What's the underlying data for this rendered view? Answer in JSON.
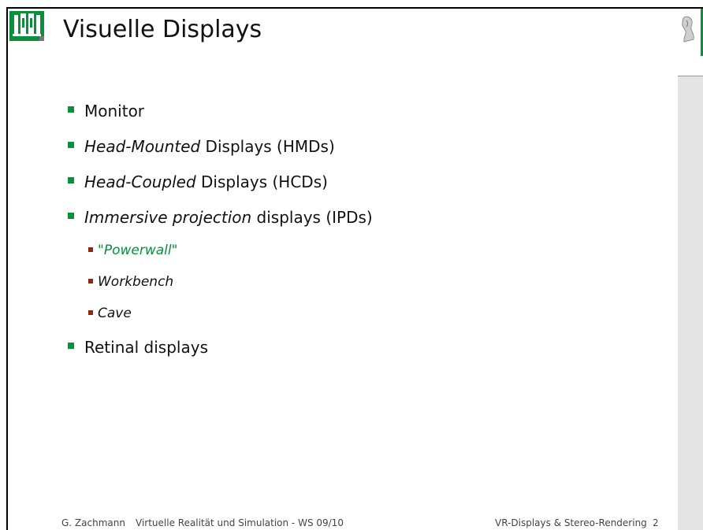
{
  "slide": {
    "title": "Visuelle Displays",
    "bullets": [
      {
        "level": 1,
        "em": "",
        "text": "Monitor"
      },
      {
        "level": 1,
        "em": "Head-Mounted",
        "text": " Displays (HMDs)"
      },
      {
        "level": 1,
        "em": "Head-Coupled",
        "text": " Displays (HCDs)"
      },
      {
        "level": 1,
        "em": "Immersive projection",
        "text": " displays (IPDs)"
      },
      {
        "level": 2,
        "em": "\"Powerwall\"",
        "text": ""
      },
      {
        "level": 2,
        "em": "Workbench",
        "text": ""
      },
      {
        "level": 2,
        "em": "Cave",
        "text": ""
      },
      {
        "level": 1,
        "em": "",
        "text": "Retinal displays"
      }
    ]
  },
  "footer": {
    "author": "G. Zachmann",
    "course": "Virtuelle Realität und Simulation - WS 09/10",
    "topic": "VR-Displays & Stereo-Rendering",
    "page": "2"
  },
  "colors": {
    "accent_green": "#0a8f3a",
    "sub_bullet_red": "#8a2a12",
    "side_panel": "#e4e4e4"
  },
  "icons": {
    "logo": "university-crest-icon",
    "side": "sculpture-icon"
  }
}
